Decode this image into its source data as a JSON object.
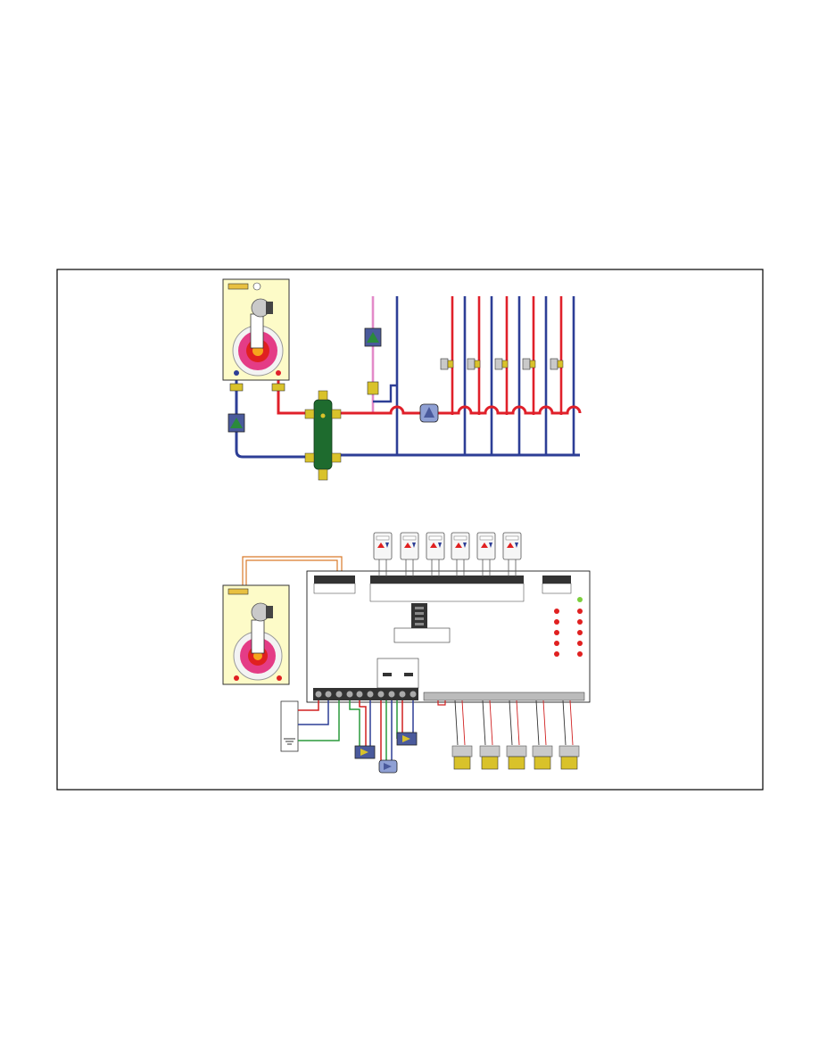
{
  "diagram": {
    "title": "",
    "colors": {
      "frame": "#000000",
      "hot_pipe": "#e0202a",
      "cold_pipe": "#2d3e96",
      "dhw_pipe": "#e38ac9",
      "separator": "#1e6b2e",
      "boiler_body": "#fdfbc8",
      "boiler_panel": "#e8c040",
      "valve": "#d9c22a",
      "pump_body": "#4a5a9c",
      "pump_arrow": "#2a8a3c",
      "zone_valve_head": "#c9c9c9",
      "wire_orange": "#d97a2a",
      "wire_red": "#d02020",
      "wire_blue": "#2d3e96",
      "wire_green": "#2a9a3c",
      "led_red": "#e02020",
      "led_green": "#7ccf3c",
      "terminal_dark": "#333333",
      "terminal_grey": "#aaaaaa"
    },
    "icons": {
      "boiler": "boiler-icon",
      "pump": "circulator-pump-icon",
      "zone_valve": "zone-valve-icon",
      "thermostat": "room-thermostat-icon",
      "separator": "hydraulic-separator-icon"
    },
    "components": {
      "thermostat_count": 6,
      "zone_valve_count": 5,
      "zone_actuator_count": 5,
      "control_pump_count": 3,
      "indicator_led_count": 14,
      "indicator_leds_green": 1
    }
  }
}
